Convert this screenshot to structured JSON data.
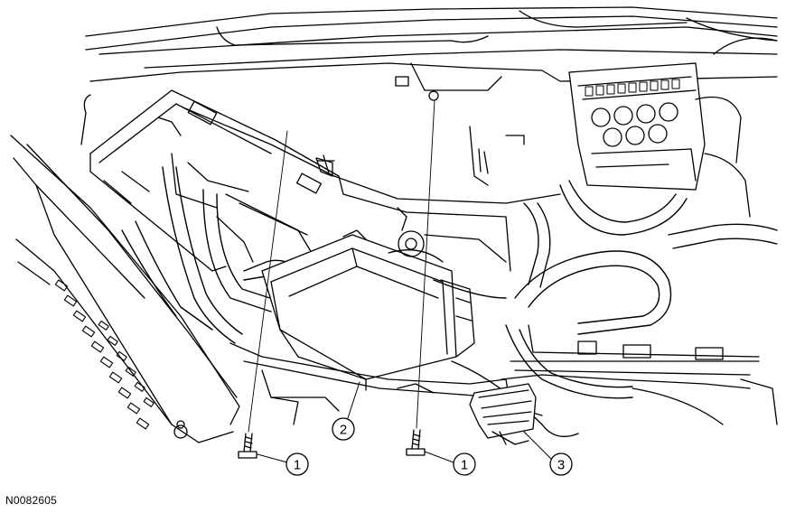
{
  "figure_id": "N0082605",
  "callouts": [
    {
      "id": "bolt-left",
      "label": "1"
    },
    {
      "id": "module",
      "label": "2"
    },
    {
      "id": "bolt-center",
      "label": "1"
    },
    {
      "id": "connector",
      "label": "3"
    }
  ],
  "line_color": "#000000",
  "fill_color": "#ffffff"
}
